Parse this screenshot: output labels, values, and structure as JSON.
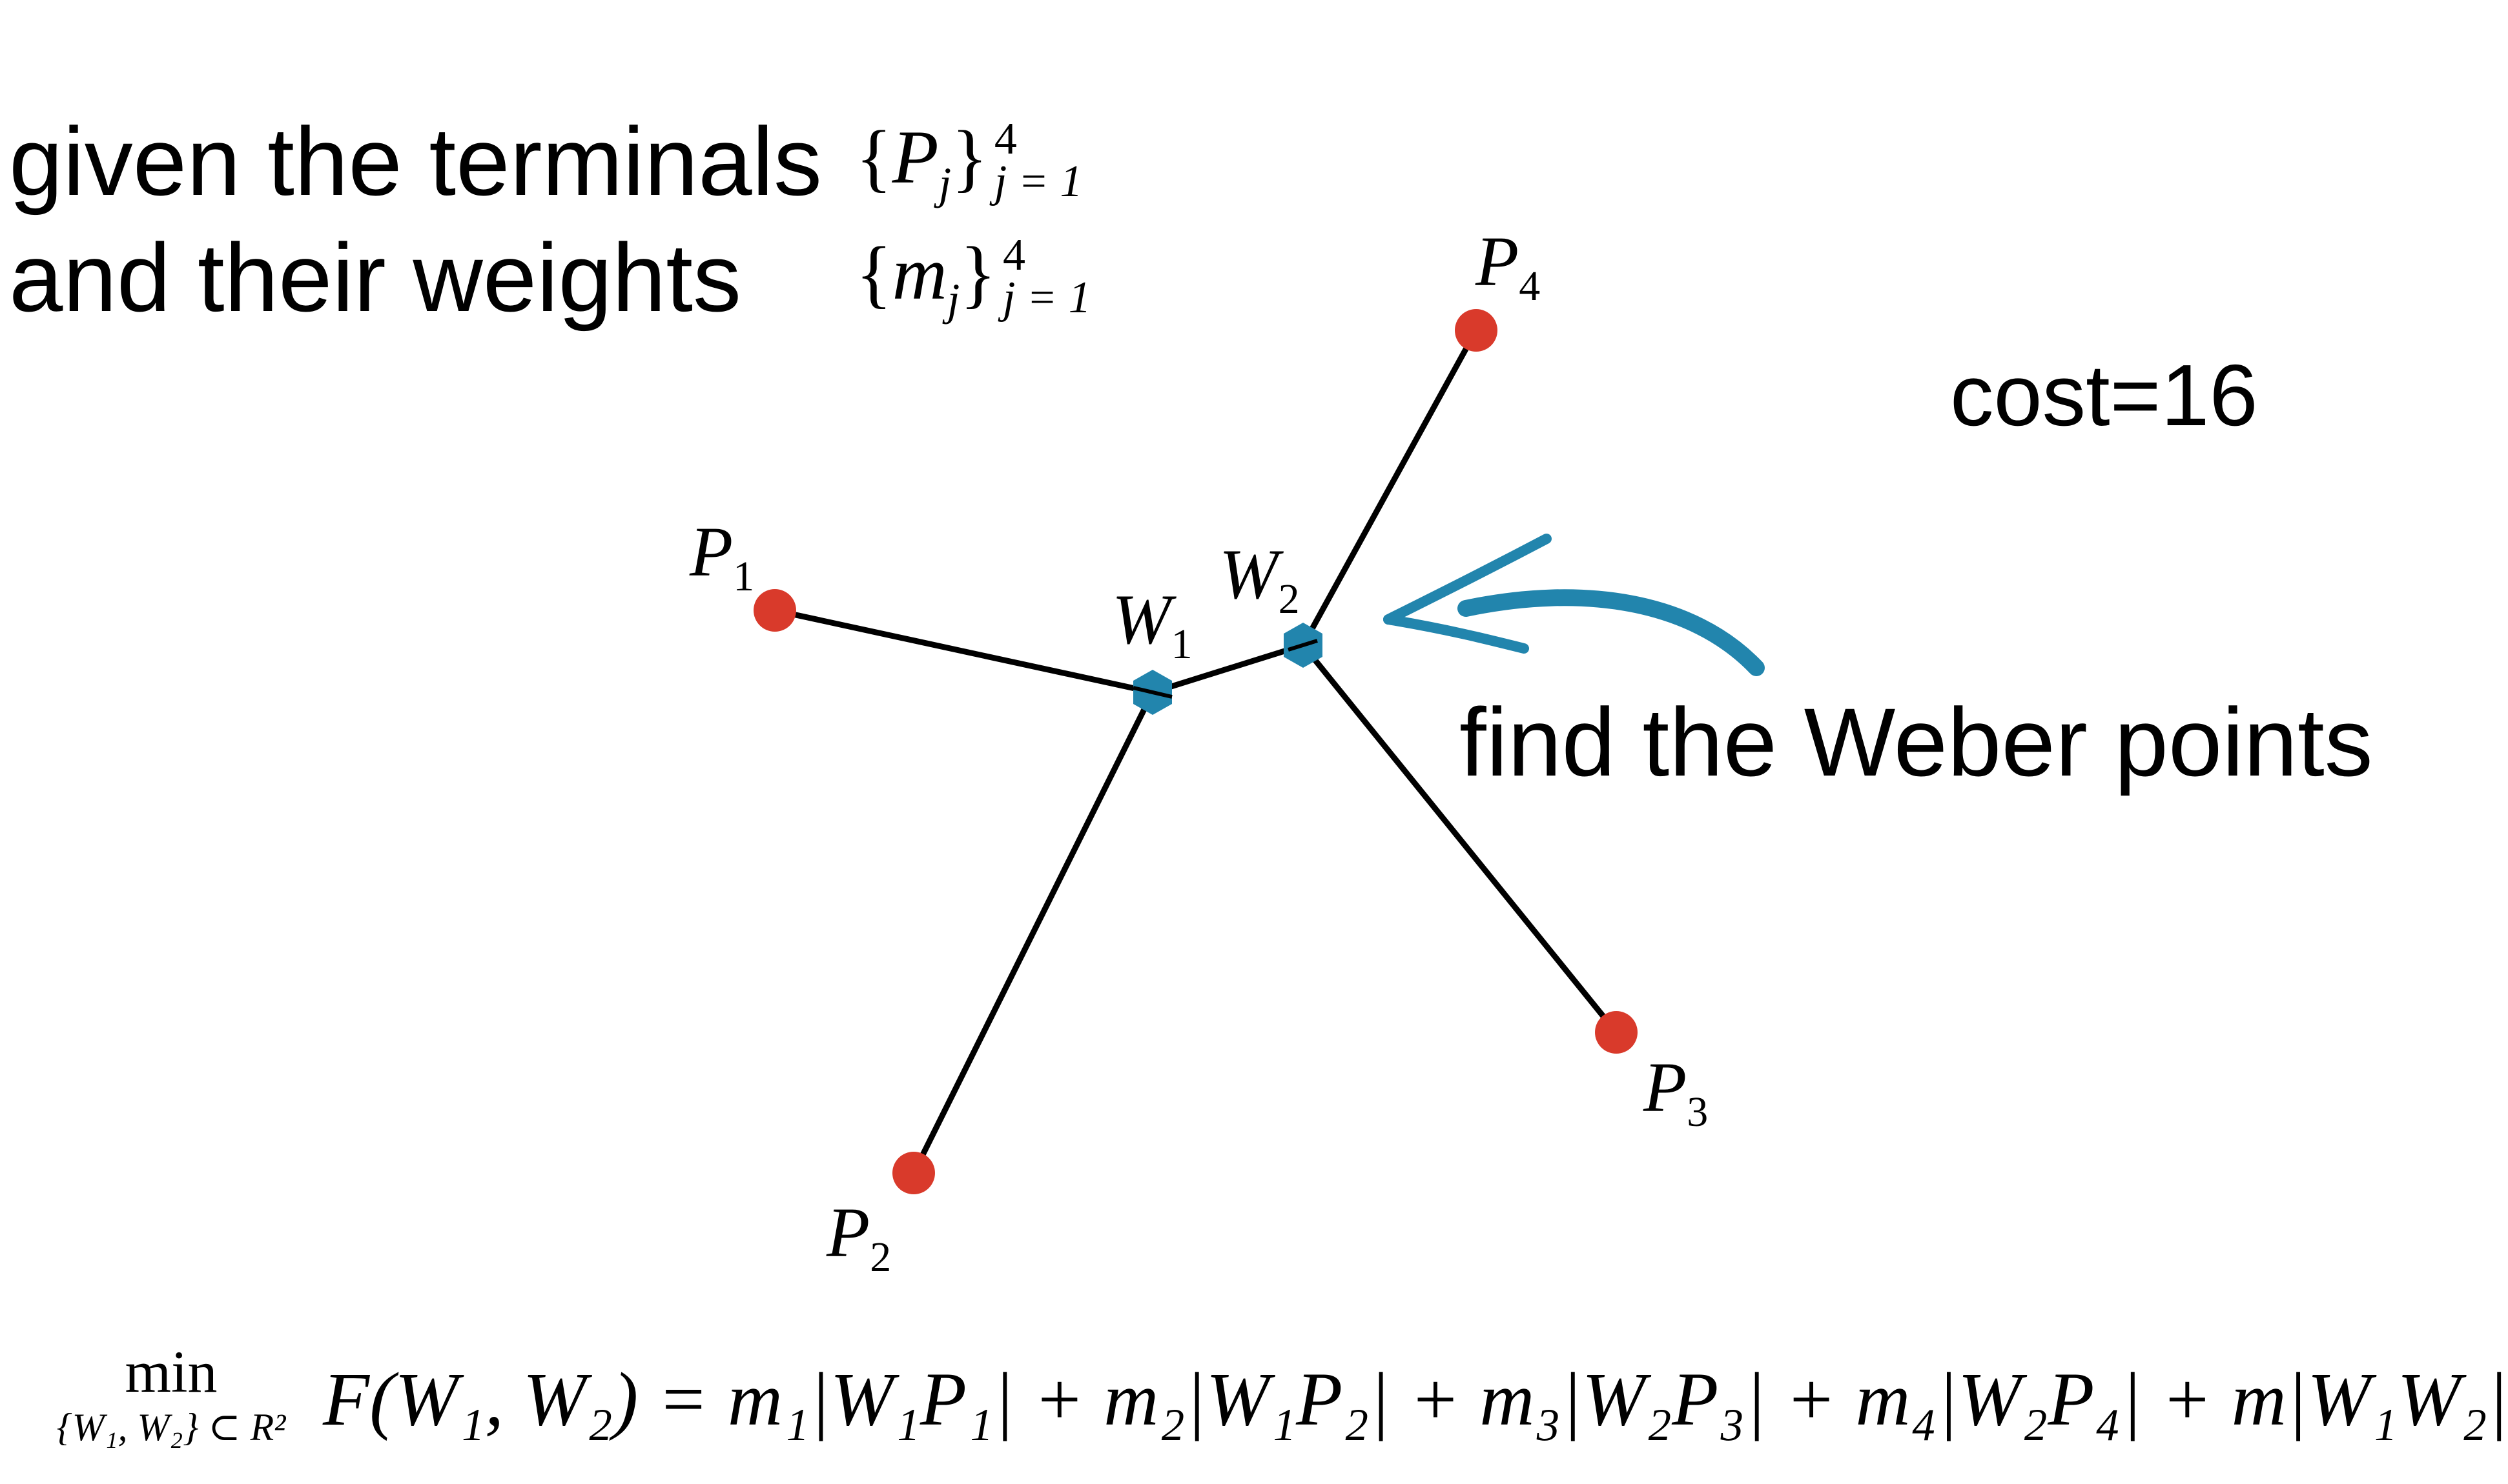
{
  "heading": {
    "line1": "given the terminals",
    "line2": "and their weights",
    "terminals_set": {
      "symbol": "P",
      "index": "j",
      "upper": "4",
      "lower": "j = 1"
    },
    "weights_set": {
      "symbol": "m",
      "index": "j",
      "upper": "4",
      "lower": "j = 1"
    }
  },
  "cost_label": "cost=16",
  "callout_label": "find the Weber points",
  "diagram": {
    "terminals": [
      {
        "id": "P1",
        "base": "P",
        "sub": "1"
      },
      {
        "id": "P2",
        "base": "P",
        "sub": "2"
      },
      {
        "id": "P3",
        "base": "P",
        "sub": "3"
      },
      {
        "id": "P4",
        "base": "P",
        "sub": "4"
      }
    ],
    "weber_points": [
      {
        "id": "W1",
        "base": "W",
        "sub": "1"
      },
      {
        "id": "W2",
        "base": "W",
        "sub": "2"
      }
    ],
    "edges": [
      [
        "P1",
        "W1"
      ],
      [
        "P2",
        "W1"
      ],
      [
        "W1",
        "W2"
      ],
      [
        "W2",
        "P3"
      ],
      [
        "W2",
        "P4"
      ]
    ],
    "colors": {
      "terminal": "#d93a2b",
      "weber_point": "#2285ad",
      "arrow": "#2285ad",
      "edge": "#000000"
    }
  },
  "formula": {
    "operator": "min",
    "constraint": "{W₁, W₂} ⊂ R²",
    "expression": "F(W₁, W₂) = m₁|W₁P₁| + m₂|W₁P₂| + m₃|W₂P₃| + m₄|W₂P₄| + m|W₁W₂|"
  }
}
